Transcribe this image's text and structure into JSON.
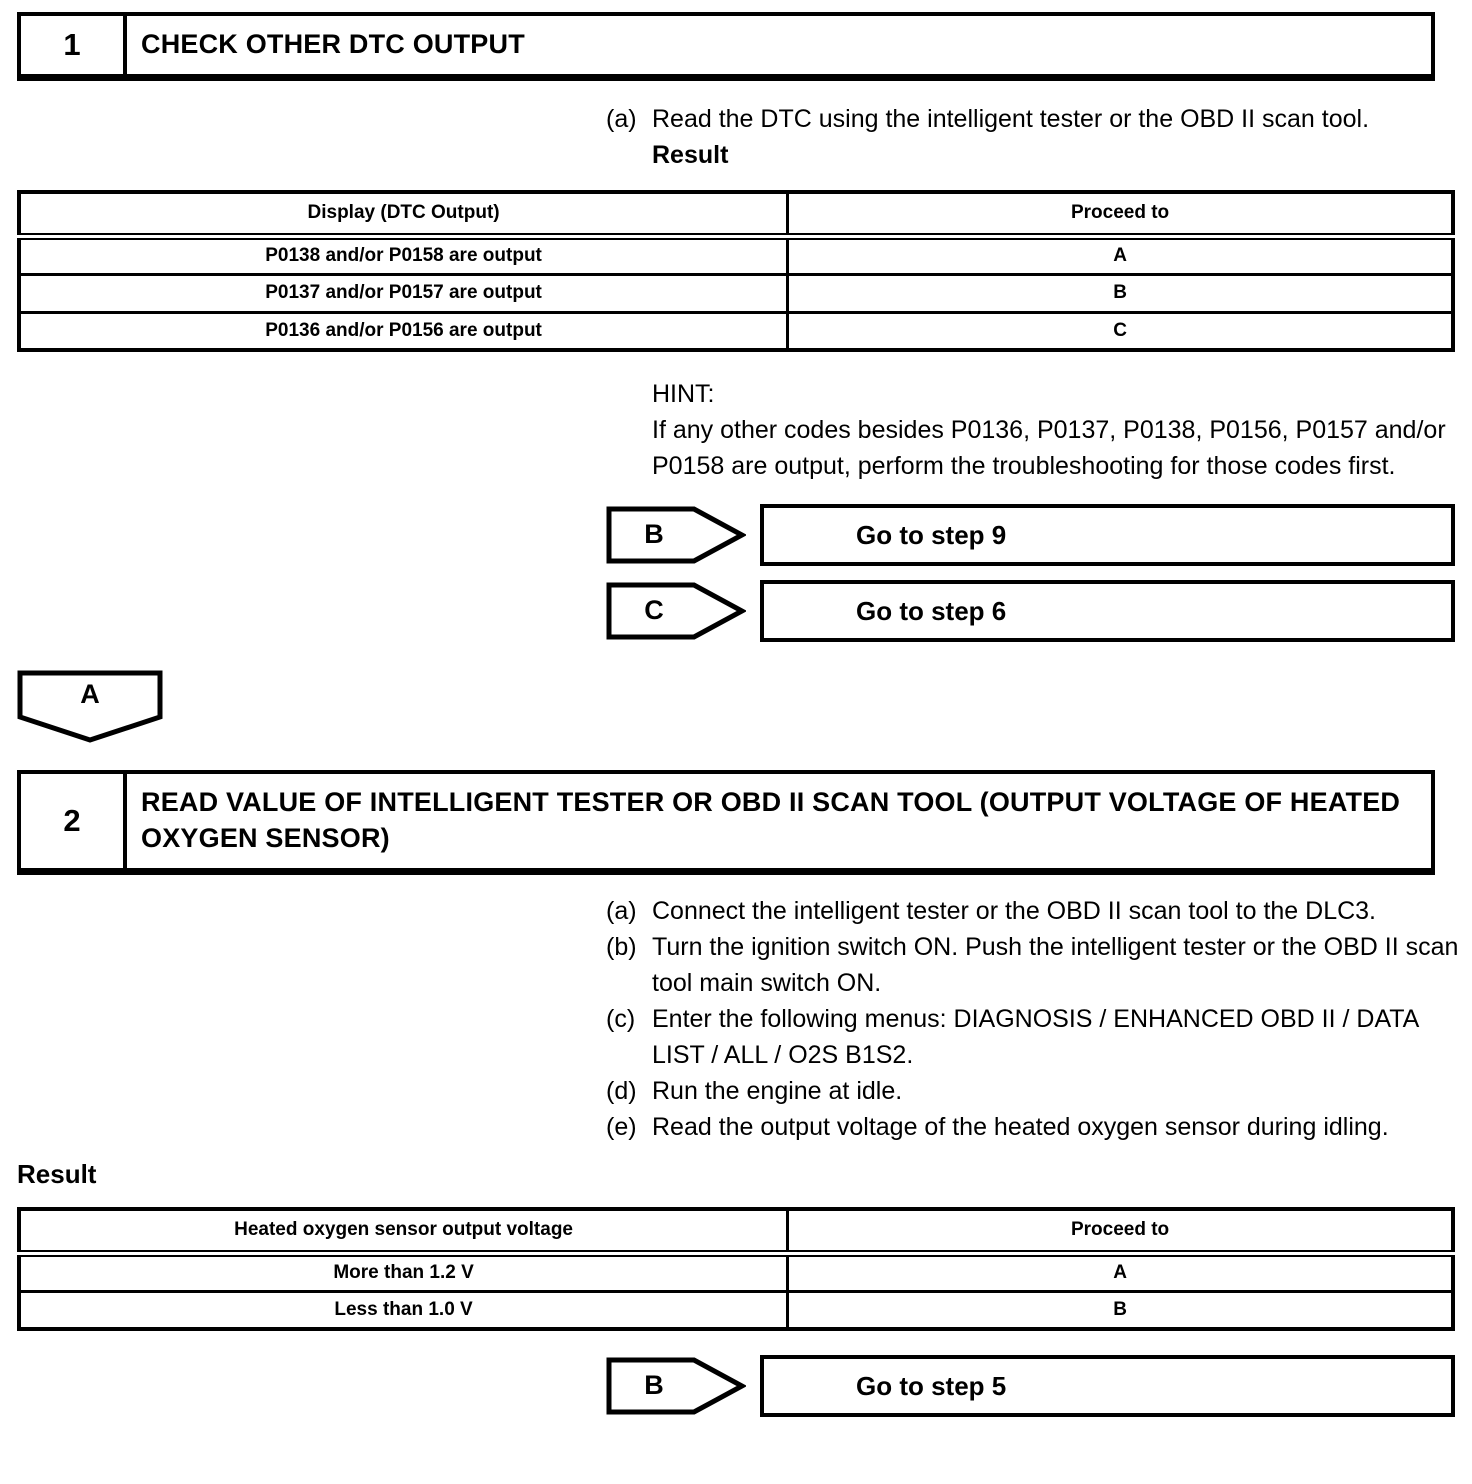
{
  "step1": {
    "number": "1",
    "title": "CHECK OTHER DTC OUTPUT",
    "item_a": {
      "label": "(a)",
      "text": "Read the DTC using the intelligent tester or the OBD II scan tool."
    },
    "result_label": "Result",
    "table": {
      "headers": [
        "Display (DTC Output)",
        "Proceed to"
      ],
      "rows": [
        [
          "P0138 and/or P0158 are output",
          "A"
        ],
        [
          "P0137 and/or P0157 are output",
          "B"
        ],
        [
          "P0136 and/or P0156 are output",
          "C"
        ]
      ]
    },
    "hint_label": "HINT:",
    "hint_text": "If any other codes besides P0136, P0137, P0138, P0156, P0157 and/or P0158 are output, perform the troubleshooting for those codes first.",
    "goto_b": {
      "label": "B",
      "text": "Go to step 9"
    },
    "goto_c": {
      "label": "C",
      "text": "Go to step 6"
    }
  },
  "connector": {
    "label": "A"
  },
  "step2": {
    "number": "2",
    "title": "READ VALUE OF INTELLIGENT TESTER OR OBD II SCAN TOOL (OUTPUT VOLTAGE OF HEATED OXYGEN SENSOR)",
    "items": [
      {
        "label": "(a)",
        "text": "Connect the intelligent tester or the OBD II scan tool to the DLC3."
      },
      {
        "label": "(b)",
        "text": "Turn the ignition switch ON. Push the intelligent tester or the OBD II scan tool main switch ON."
      },
      {
        "label": "(c)",
        "text": "Enter the following menus: DIAGNOSIS / ENHANCED OBD II / DATA LIST / ALL / O2S B1S2."
      },
      {
        "label": "(d)",
        "text": "Run the engine at idle."
      },
      {
        "label": "(e)",
        "text": "Read the output voltage of the heated oxygen sensor during idling."
      }
    ],
    "result_label": "Result",
    "table": {
      "headers": [
        "Heated oxygen sensor output voltage",
        "Proceed to"
      ],
      "rows": [
        [
          "More than 1.2 V",
          "A"
        ],
        [
          "Less than 1.0 V",
          "B"
        ]
      ]
    },
    "goto_b": {
      "label": "B",
      "text": "Go to step 5"
    }
  },
  "colors": {
    "ink": "#000000",
    "paper": "#ffffff"
  }
}
